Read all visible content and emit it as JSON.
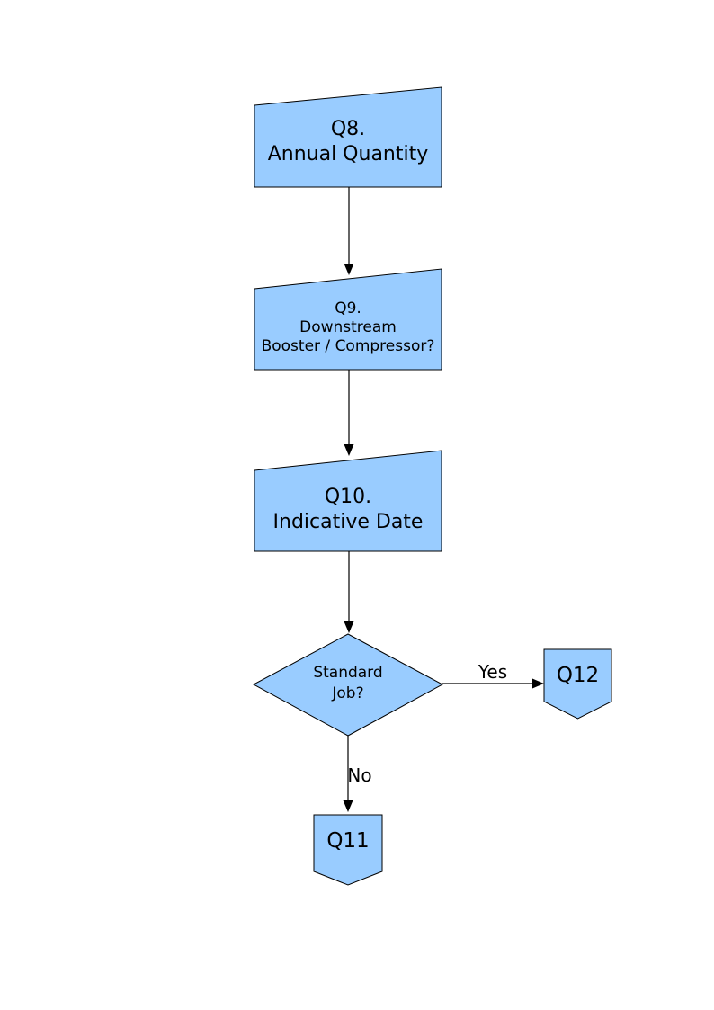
{
  "page": {
    "background": "#ffffff"
  },
  "colors": {
    "node_fill": "#99ccff",
    "node_border": "#000000",
    "arrow": "#000000",
    "text": "#000000"
  },
  "flowchart": {
    "nodes": {
      "q8": {
        "id": "Q8",
        "shape": "manual-input",
        "label": "Q8.\nAnnual Quantity"
      },
      "q9": {
        "id": "Q9",
        "shape": "manual-input",
        "label": "Q9.\nDownstream\nBooster / Compressor?"
      },
      "q10": {
        "id": "Q10",
        "shape": "manual-input",
        "label": "Q10.\nIndicative Date"
      },
      "decision": {
        "id": "StandardJob",
        "shape": "decision-diamond",
        "label": "Standard\nJob?"
      },
      "q12": {
        "id": "Q12",
        "shape": "off-page-connector",
        "label": "Q12"
      },
      "q11": {
        "id": "Q11",
        "shape": "off-page-connector",
        "label": "Q11"
      }
    },
    "edges": {
      "q8_to_q9": {
        "from": "Q8",
        "to": "Q9",
        "label": ""
      },
      "q9_to_q10": {
        "from": "Q9",
        "to": "Q10",
        "label": ""
      },
      "q10_to_decision": {
        "from": "Q10",
        "to": "StandardJob",
        "label": ""
      },
      "decision_to_q12": {
        "from": "StandardJob",
        "to": "Q12",
        "label": "Yes"
      },
      "decision_to_q11": {
        "from": "StandardJob",
        "to": "Q11",
        "label": "No"
      }
    }
  }
}
